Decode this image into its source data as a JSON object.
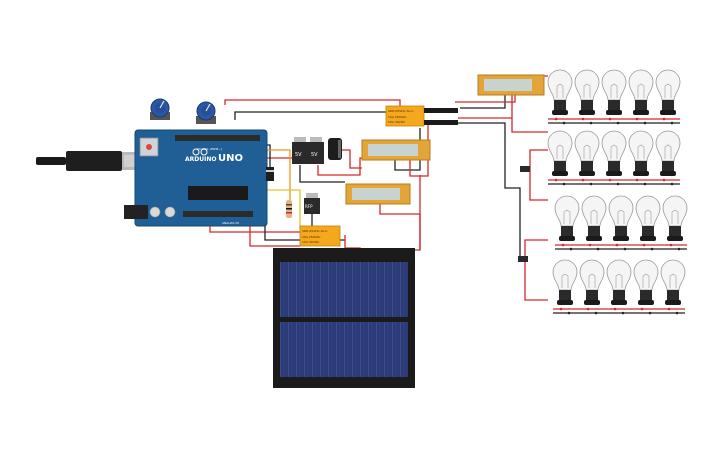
{
  "arduino": {
    "logo_text": "ARDUINO",
    "model_text": "UNO",
    "digital_label": "DIGITAL (PWM~)",
    "analog_label": "ANALOG IN",
    "color_board": "#1f5f96",
    "color_header": "#2b2b2b"
  },
  "relays": [
    {
      "id": "relay-top",
      "title": "SRD-05VDC-SL-C",
      "rating1": "10A 250VAC",
      "rating2": "10A 30VDC",
      "color": "#f4a81d"
    },
    {
      "id": "relay-bottom",
      "title": "SRD-05VDC-SL-C",
      "rating1": "10A 250VAC",
      "rating2": "10A 30VDC",
      "color": "#f4a81d"
    }
  ],
  "regulators": [
    {
      "label": "5V"
    },
    {
      "label": "5V"
    },
    {
      "label": "RFP"
    }
  ],
  "wire_colors": {
    "red": "#d7262b",
    "black": "#222222",
    "orange": "#f0941c",
    "yellow": "#e0c22c",
    "green": "#2f8f3a"
  },
  "lamp_count_per_row": 5,
  "lamp_rows": 4,
  "solar_panel": {
    "cell_color": "#28346e",
    "frame_color": "#1b1b1b"
  }
}
